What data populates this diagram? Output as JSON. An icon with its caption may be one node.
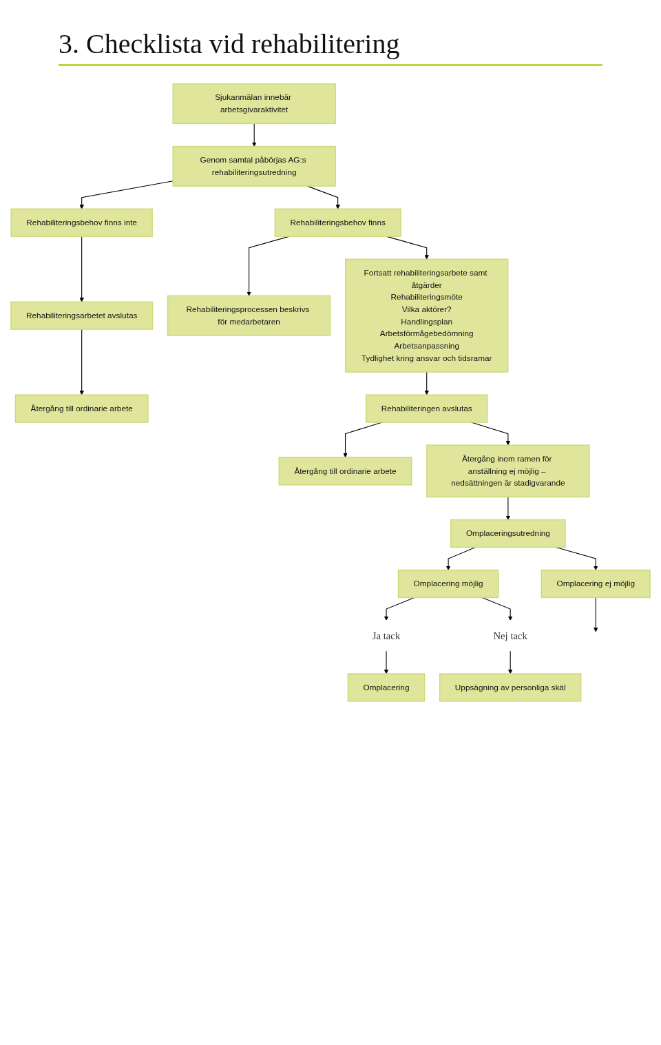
{
  "diagram": {
    "title": "3. Checklista vid rehabilitering",
    "nodes": [
      {
        "text": [
          "Sjukanmälan innebär arbetsgivaraktivitet"
        ]
      },
      {
        "text": [
          "Genom samtal påbörjas AG:s rehabiliteringsutredning"
        ]
      },
      {
        "text": [
          "Rehabiliteringsbehov finns inte"
        ]
      },
      {
        "text": [
          "Rehabiliteringsbehov finns"
        ]
      },
      {
        "text": [
          "Rehabiliteringsprocessen beskrivs för medarbetaren"
        ]
      },
      {
        "text": [
          "Rehabiliteringsarbetet avslutas"
        ]
      },
      {
        "text": [
          "Återgång till ordinarie arbete"
        ]
      },
      {
        "text": [
          "Fortsatt rehabiliteringsarbete samt åtgärder",
          "Rehabiliteringsmöte",
          "Vilka aktörer?",
          "Handlingsplan",
          "Arbetsförmågebedömning",
          "Arbetsanpassning",
          "Tydlighet kring ansvar och tidsramar"
        ]
      },
      {
        "text": [
          "Rehabiliteringen avslutas"
        ]
      },
      {
        "text": [
          "Återgång till ordinarie arbete"
        ]
      },
      {
        "text": [
          "Återgång inom ramen för anställning ej möjlig – nedsättningen är stadigvarande"
        ]
      },
      {
        "text": [
          "Omplaceringsutredning"
        ]
      },
      {
        "text": [
          "Omplacering möjlig"
        ]
      },
      {
        "text": [
          "Omplacering ej möjlig"
        ]
      },
      {
        "text": [
          "Ja tack"
        ]
      },
      {
        "text": [
          "Nej tack"
        ]
      },
      {
        "text": [
          "Omplacering"
        ]
      },
      {
        "text": [
          "Uppsägning av personliga skäl"
        ]
      }
    ],
    "edges": [
      {
        "from": 0,
        "to": 1,
        "arrow": "to"
      },
      {
        "from": 1,
        "to": 2,
        "arrow": "to"
      },
      {
        "from": 1,
        "to": 3,
        "arrow": "to"
      },
      {
        "from": 3,
        "to": 4,
        "arrow": "to"
      },
      {
        "from": 2,
        "to": 5,
        "arrow": "to"
      },
      {
        "from": 5,
        "to": 6,
        "arrow": "to"
      },
      {
        "from": 3,
        "to": 7,
        "arrow": "to"
      },
      {
        "from": 7,
        "to": 8,
        "arrow": "to"
      },
      {
        "from": 8,
        "to": 9,
        "arrow": "to"
      },
      {
        "from": 8,
        "to": 10,
        "arrow": "to"
      },
      {
        "from": 10,
        "to": 11,
        "arrow": "to"
      },
      {
        "from": 11,
        "to": 12,
        "arrow": "to"
      },
      {
        "from": 11,
        "to": 13,
        "arrow": "to"
      },
      {
        "from": 12,
        "to": 14,
        "arrow": "to"
      },
      {
        "from": 12,
        "to": 15,
        "arrow": "to"
      },
      {
        "from": 14,
        "to": 16,
        "arrow": "to"
      },
      {
        "from": 15,
        "to": 17,
        "arrow": "to"
      },
      {
        "from": 13,
        "to": null,
        "arrow": "to"
      }
    ]
  }
}
